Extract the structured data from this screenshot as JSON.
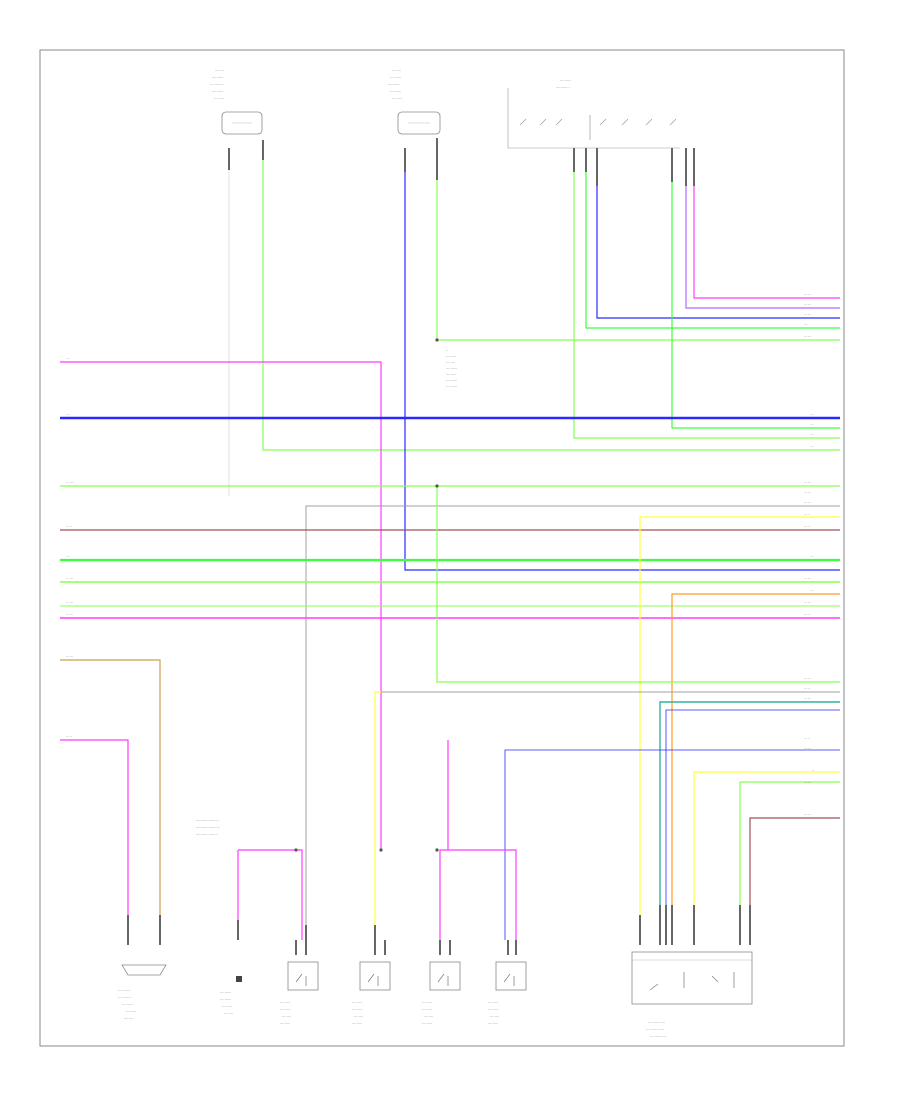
{
  "diagram": {
    "page_number": "",
    "wire_colors": {
      "pink": "#ff3cff",
      "blue": "#2a2aff",
      "light_green": "#86ff50",
      "green": "#3cff3c",
      "violet_green": "#b06cff",
      "brown": "#a0505a",
      "yellow": "#ffff3c",
      "orange": "#ff9b28",
      "tan": "#c8a050",
      "teal": "#32b4a0",
      "gray": "#a0a0a0",
      "white": "#e6e6e6"
    },
    "components": [
      {
        "id": "top-sensor-1",
        "icon": "sensor-icon"
      },
      {
        "id": "top-sensor-2",
        "icon": "sensor-icon"
      },
      {
        "id": "top-switch-group",
        "icon": "switch-icon"
      },
      {
        "id": "bottom-sensor",
        "icon": "sensor-icon"
      },
      {
        "id": "bottom-ground",
        "icon": "ground-icon"
      },
      {
        "id": "relay-1",
        "icon": "relay-icon"
      },
      {
        "id": "relay-2",
        "icon": "relay-icon"
      },
      {
        "id": "relay-3",
        "icon": "relay-icon"
      },
      {
        "id": "relay-4",
        "icon": "relay-icon"
      },
      {
        "id": "control-module",
        "icon": "module-icon"
      }
    ]
  }
}
